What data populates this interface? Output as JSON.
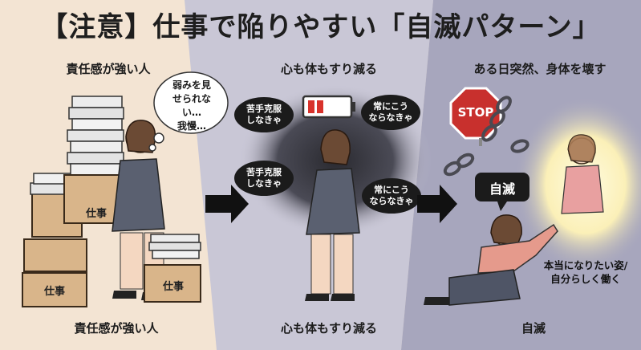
{
  "title": "【注意】仕事で陥りやすい「自滅パターン」",
  "panel1": {
    "header": "責任感が強い人",
    "footer": "責任感が強い人",
    "thought": [
      "弱みを見",
      "せられない…",
      "我慢…"
    ],
    "box_label_top": "仕事",
    "box_label_bottom": "仕事",
    "box_label_right": "仕事"
  },
  "panel2": {
    "header": "心も体もすり減る",
    "footer": "心も体もすり減る",
    "bubble_tl": [
      "苦手克服",
      "しなきゃ"
    ],
    "bubble_tr": [
      "常にこう",
      "ならなきゃ"
    ],
    "bubble_bl": [
      "苦手克服",
      "しなきゃ"
    ],
    "bubble_br": [
      "常にこう",
      "ならなきゃ"
    ]
  },
  "panel3": {
    "header": "ある日突然、身体を壊す",
    "footer": "自滅",
    "stop_sign": "STOP",
    "speech": "自滅",
    "caption": [
      "本当になりたい姿/",
      "自分らしく働く"
    ]
  },
  "colors": {
    "panel1_bg": "#f3e4d3",
    "panel2_bg": "#c9c7d6",
    "panel3_bg": "#a7a6bd",
    "stop_red": "#c8302d",
    "glow": "#fbf3c2"
  }
}
